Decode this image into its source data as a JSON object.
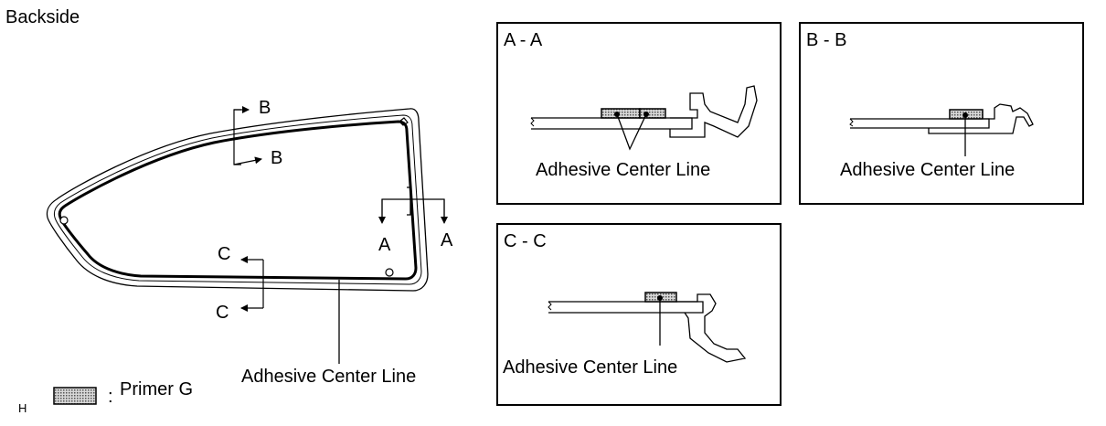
{
  "page_title": "Backside",
  "main_view": {
    "section_labels": {
      "a_left": "A",
      "a_right": "A",
      "b_top": "B",
      "b_bottom": "B",
      "c_top": "C",
      "c_bottom": "C"
    },
    "adhesive_center_line": "Adhesive Center Line"
  },
  "panels": [
    {
      "title": "A - A",
      "caption": "Adhesive Center Line"
    },
    {
      "title": "B - B",
      "caption": "Adhesive Center Line"
    },
    {
      "title": "C - C",
      "caption": "Adhesive Center Line"
    }
  ],
  "legend": {
    "separator": ":",
    "label": "Primer G"
  },
  "figure_code": "H"
}
